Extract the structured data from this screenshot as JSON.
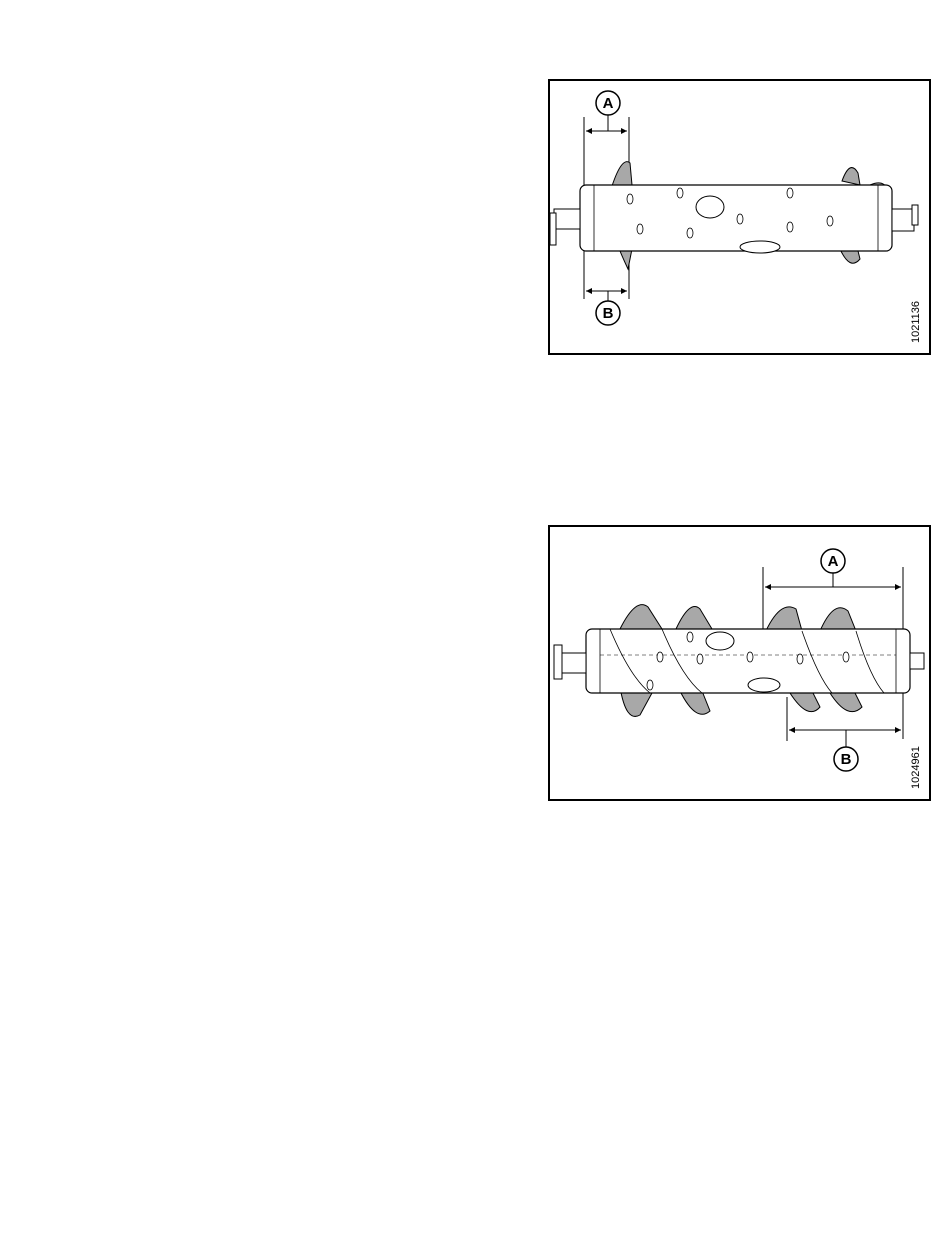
{
  "figures": [
    {
      "id": "1021136",
      "callouts": {
        "a": "A",
        "b": "B"
      },
      "colors": {
        "flighting": "#a8a8a8",
        "outline": "#000000"
      }
    },
    {
      "id": "1024961",
      "callouts": {
        "a": "A",
        "b": "B"
      },
      "colors": {
        "flighting": "#a8a8a8",
        "outline": "#000000"
      }
    }
  ]
}
